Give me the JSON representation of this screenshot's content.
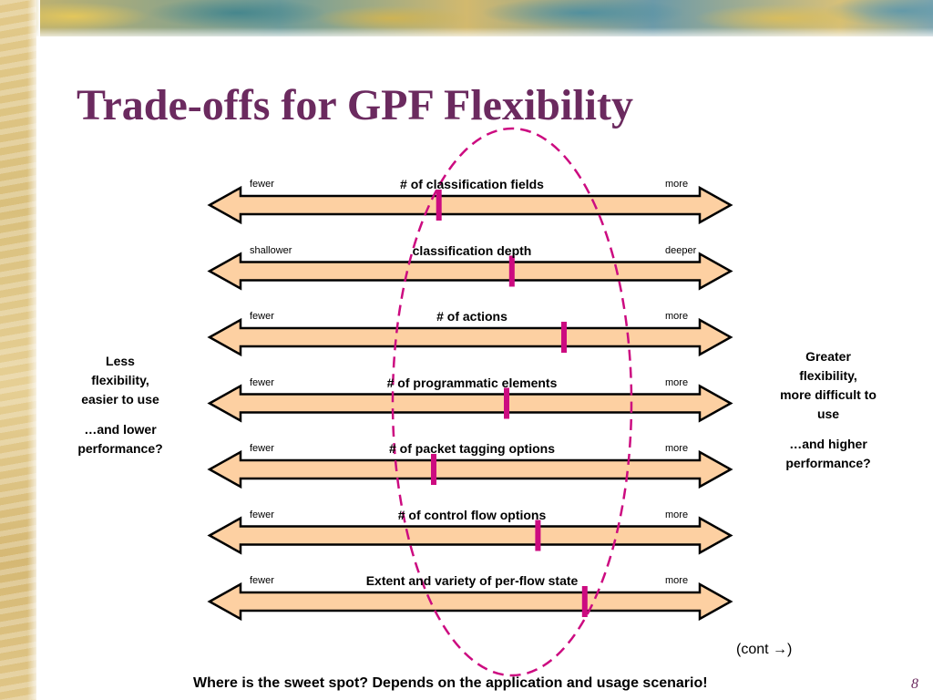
{
  "title": "Trade-offs for GPF Flexibility",
  "scales": [
    {
      "left_label": "fewer",
      "center_label": "# of classification fields",
      "right_label": "more",
      "marker_position": 0.44
    },
    {
      "left_label": "shallower",
      "center_label": "classification depth",
      "right_label": "deeper",
      "marker_position": 0.58
    },
    {
      "left_label": "fewer",
      "center_label": "# of actions",
      "right_label": "more",
      "marker_position": 0.68
    },
    {
      "left_label": "fewer",
      "center_label": "# of programmatic elements",
      "right_label": "more",
      "marker_position": 0.57
    },
    {
      "left_label": "fewer",
      "center_label": "# of packet tagging options",
      "right_label": "more",
      "marker_position": 0.43
    },
    {
      "left_label": "fewer",
      "center_label": "# of control flow options",
      "right_label": "more",
      "marker_position": 0.63
    },
    {
      "left_label": "fewer",
      "center_label": "Extent and variety of per-flow state",
      "right_label": "more",
      "marker_position": 0.72
    }
  ],
  "left_note": {
    "lines": [
      "Less",
      "flexibility,",
      "easier to use"
    ],
    "extra_lines": [
      "…and lower",
      "performance?"
    ]
  },
  "right_note": {
    "lines": [
      "Greater",
      "flexibility,",
      "more difficult to",
      "use"
    ],
    "extra_lines": [
      "…and higher",
      "performance?"
    ]
  },
  "cont_text": "(cont →)",
  "bottom_text": "Where is the sweet spot?  Depends on the application and usage scenario!",
  "page_number": "8",
  "colors": {
    "title": "#6b2a5f",
    "arrow_fill": "#fdd0a2",
    "arrow_stroke": "#000000",
    "marker": "#cc0b80",
    "ellipse": "#cc0b80"
  }
}
